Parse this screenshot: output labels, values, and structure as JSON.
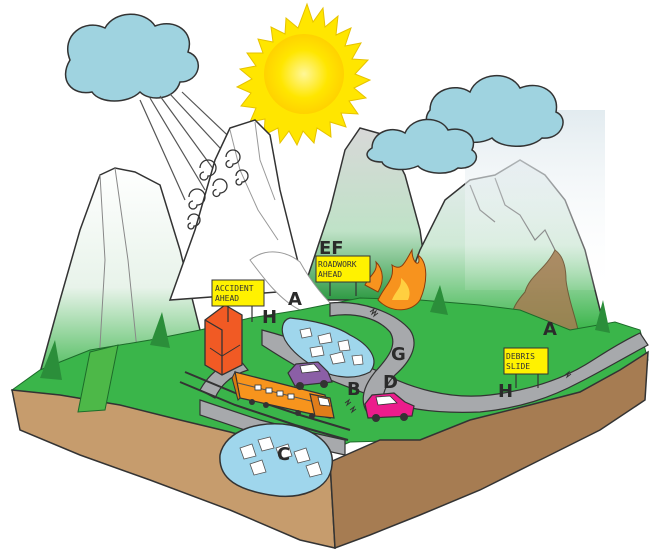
{
  "signs": {
    "accident": [
      "ACCIDENT",
      "AHEAD"
    ],
    "roadwork": [
      "ROADWORK",
      "AHEAD"
    ],
    "debris": [
      "DEBRIS",
      "SLIDE"
    ]
  },
  "labels": {
    "a_snow": "A",
    "a_debris": "A",
    "b": "B",
    "c": "C",
    "d": "D",
    "ef": "EF",
    "g": "G",
    "h_left": "H",
    "h_right": "H"
  },
  "colors": {
    "sky_cloud": "#9fd3e0",
    "sun": "#ffe600",
    "grass": "#3ab54a",
    "earth": "#c69c6d",
    "road": "#a7a9ac",
    "water": "#9fd6ec",
    "sign": "#fff200",
    "train": "#f7941d",
    "car_pink": "#ec1c8c",
    "car_purple": "#8b5fa6",
    "building": "#f15a24",
    "fire": "#f7931e",
    "debris": "#a67c52"
  }
}
